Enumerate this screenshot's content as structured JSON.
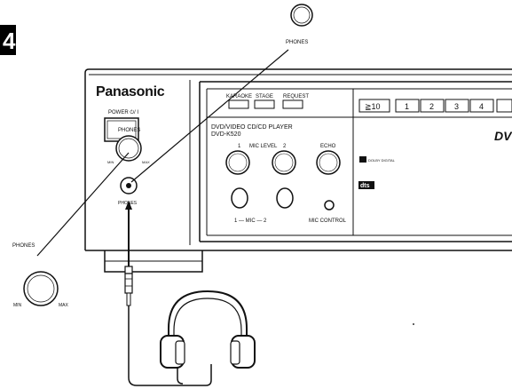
{
  "step_marker": "4",
  "callouts": {
    "top_phones": "PHONES",
    "left_phones": "PHONES",
    "knob_min": "MIN",
    "knob_max": "MAX"
  },
  "player": {
    "brand": "Panasonic",
    "power_label": "POWER ⏻/ I",
    "phones_knob_label": "PHONES",
    "phones_jack_label": "PHONES",
    "knob_min": "MIN",
    "knob_max": "MAX",
    "buttons": {
      "karaoke": "KARAOKE",
      "stage": "STAGE",
      "request": "REQUEST",
      "plus10": "≧10"
    },
    "number_keys": [
      "1",
      "2",
      "3",
      "4"
    ],
    "model_line1": "DVD/VIDEO CD/CD PLAYER",
    "model_line2": "DVD-K520",
    "mic_level_label": "MIC LEVEL",
    "mic_level_1": "1",
    "mic_level_2": "2",
    "echo_label": "ECHO",
    "mic_jacks_label": "1 — MIC — 2",
    "mic_control_label": "MIC CONTROL",
    "dolby_logo": "DOLBY DIGITAL",
    "dts_logo": "dts",
    "dvd_logo": "DV"
  }
}
